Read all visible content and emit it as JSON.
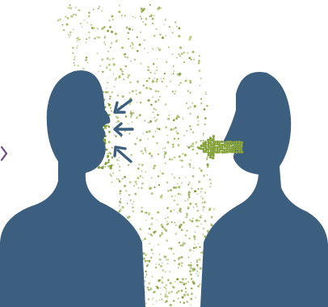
{
  "illustration": {
    "subject": "person-exhaling-droplets-toward-another-person",
    "figures": [
      {
        "role": "receiver",
        "facing": "right"
      },
      {
        "role": "speaker",
        "facing": "left"
      }
    ],
    "arrows": [
      {
        "name": "inhale-arrow-upper",
        "direction": "toward-receiver"
      },
      {
        "name": "inhale-arrow-middle",
        "direction": "toward-receiver"
      },
      {
        "name": "inhale-arrow-lower",
        "direction": "toward-receiver"
      },
      {
        "name": "exhale-arrow",
        "direction": "toward-receiver"
      }
    ],
    "icons": [
      "dotted-arrow-icon",
      "arrow-icon",
      "silhouette-icon"
    ],
    "colors": {
      "background": "#ffffff",
      "silhouette": "#3d5f7f",
      "droplet": "#9fb65b",
      "droplet_dense": "#7d9a36",
      "exhale_arrow": "#86a33c",
      "inhale_arrow": "#3d5f7f",
      "edge_marker": "#6a4a8a"
    }
  }
}
